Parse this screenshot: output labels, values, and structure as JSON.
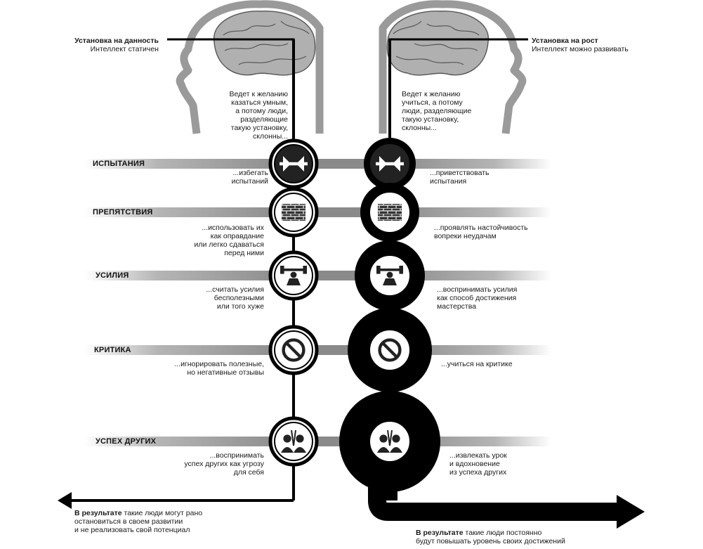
{
  "left_header": {
    "title": "Установка на данность",
    "subtitle": "Интеллект статичен"
  },
  "right_header": {
    "title": "Установка на рост",
    "subtitle": "Интеллект можно развивать"
  },
  "left_intro": [
    "Ведет к желанию",
    "казаться умным,",
    "а потому люди,",
    "разделяющие",
    "такую установку,",
    "склонны..."
  ],
  "right_intro": [
    "Ведет к желанию",
    "учиться, а потому",
    "люди, разделяющие",
    "такую установку,",
    "склонны..."
  ],
  "rows": [
    {
      "label": "ИСПЫТАНИЯ",
      "icon": "arrows-icon",
      "left": [
        "...избегать",
        "испытаний"
      ],
      "right": [
        "...приветствовать",
        "испытания"
      ]
    },
    {
      "label": "ПРЕПЯТСТВИЯ",
      "icon": "brick-wall-icon",
      "left": [
        "...использовать их",
        "как оправдание",
        "или легко сдаваться",
        "перед ними"
      ],
      "right": [
        "...проявлять настойчивость",
        "вопреки неудачам"
      ]
    },
    {
      "label": "УСИЛИЯ",
      "icon": "weightlifter-icon",
      "left": [
        "...считать усилия",
        "бесполезными",
        "или того хуже"
      ],
      "right": [
        "...воспринимать усилия",
        "как способ достижения",
        "мастерства"
      ]
    },
    {
      "label": "КРИТИКА",
      "icon": "prohibition-icon",
      "left": [
        "...игнорировать полезные,",
        "но негативные отзывы"
      ],
      "right": [
        "...учиться на критике"
      ]
    },
    {
      "label": "УСПЕХ ДРУГИХ",
      "icon": "people-icon",
      "left": [
        "...воспринимать",
        "успех других как угрозу",
        "для себя"
      ],
      "right": [
        "...извлекать урок",
        "и вдохновение",
        "из успеха других"
      ]
    }
  ],
  "left_result": {
    "lead": "В результате",
    "lines": [
      " такие люди могут рано",
      "остановиться в своем развитии",
      "и не реализовать свой потенциал"
    ]
  },
  "right_result": {
    "lead": "В результате",
    "lines": [
      " такие люди постоянно",
      "будут повышать уровень своих достижений"
    ]
  },
  "colors": {
    "line": "#000000",
    "band": "#9a9a9a",
    "head": "#8c8c8c",
    "brain": "#9c9c9c"
  }
}
